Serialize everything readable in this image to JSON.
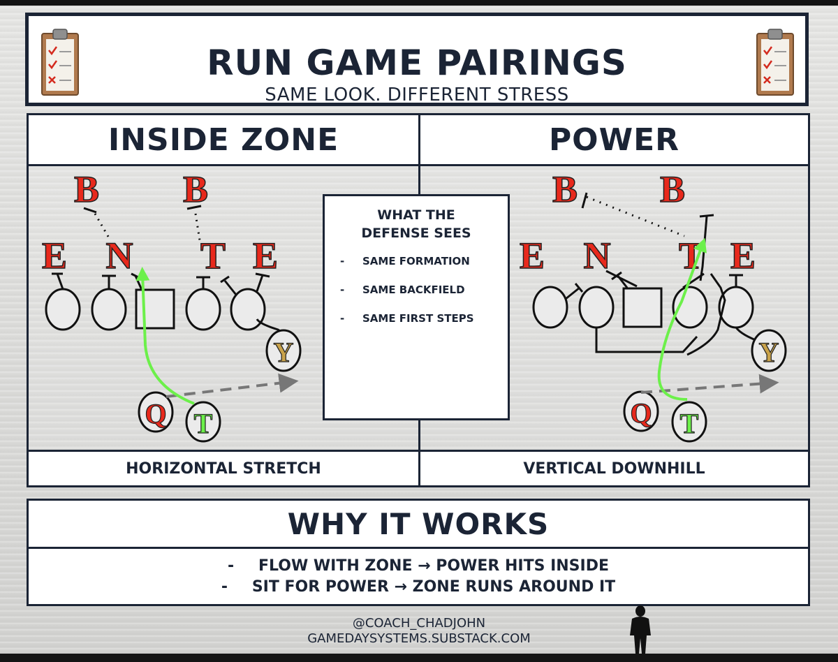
{
  "header": {
    "title": "RUN GAME PAIRINGS",
    "subtitle": "SAME LOOK. DIFFERENT STRESS"
  },
  "icons": [
    "clipboard-icon",
    "coach-silhouette-icon"
  ],
  "colors": {
    "navy": "#1b2435",
    "defender_red": "#e8291c",
    "route_green": "#6cf04a",
    "y_gold": "#c9a24a"
  },
  "inside_zone": {
    "title": "INSIDE ZONE",
    "footer": "HORIZONTAL STRETCH",
    "defenders": [
      "B",
      "B",
      "E",
      "N",
      "T",
      "E"
    ],
    "backs": [
      "Y",
      "Q",
      "T"
    ]
  },
  "power": {
    "title": "POWER",
    "footer": "VERTICAL DOWNHILL",
    "defenders": [
      "B",
      "B",
      "E",
      "N",
      "T",
      "E"
    ],
    "backs": [
      "Y",
      "Q",
      "T"
    ]
  },
  "defense_sees": {
    "title_line1": "WHAT THE",
    "title_line2": "DEFENSE SEES",
    "items": [
      "SAME FORMATION",
      "SAME BACKFIELD",
      "SAME FIRST STEPS"
    ]
  },
  "why": {
    "title": "WHY IT WORKS",
    "lines": [
      "FLOW WITH ZONE → POWER HITS INSIDE",
      "SIT FOR POWER → ZONE RUNS AROUND IT"
    ]
  },
  "credits": {
    "handle": "@COACH_CHADJOHN",
    "site": "GAMEDAYSYSTEMS.SUBSTACK.COM"
  }
}
